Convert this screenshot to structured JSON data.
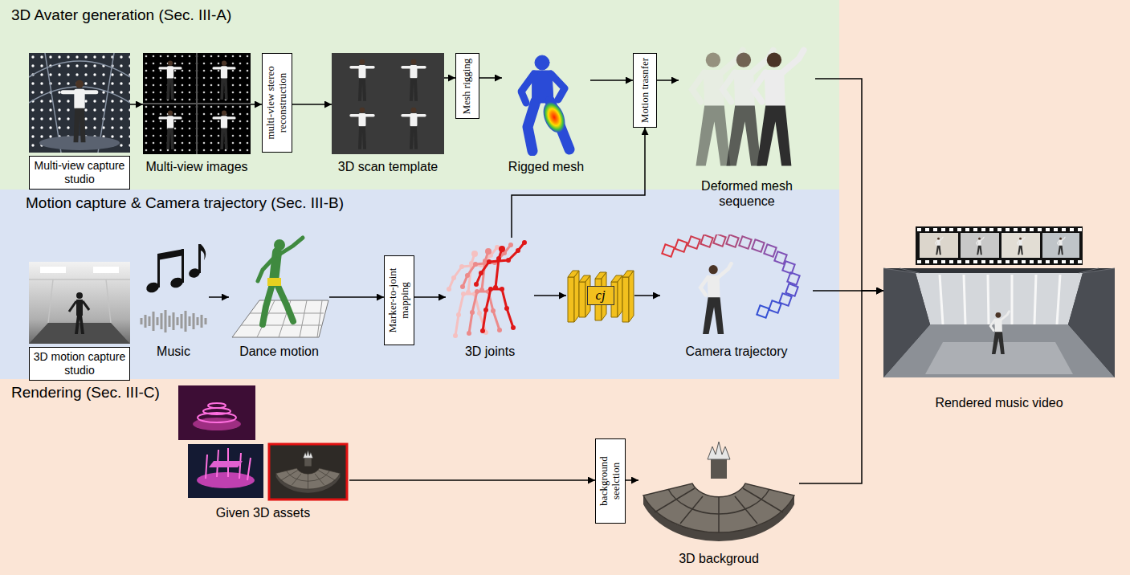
{
  "diagram": {
    "nodes": [
      {
        "text": [
          "3D Avater generation (Sec. III-A)"
        ]
      },
      {
        "text": [
          "Multi-view capture studio"
        ],
        "in": 0
      },
      {
        "text": [
          "Multi-view images"
        ],
        "in": 0
      },
      {
        "text": [
          "multi-view stereo reconstruction"
        ],
        "in": 0
      },
      {
        "text": [
          "3D scan template"
        ],
        "in": 0
      },
      {
        "text": [
          "Mesh rigging"
        ],
        "in": 0
      },
      {
        "text": [
          "Rigged mesh"
        ],
        "in": 0
      },
      {
        "text": [
          "Motion trasnfer"
        ],
        "in": 0
      },
      {
        "text": [
          "Deformed mesh sequence"
        ],
        "in": 0
      },
      {
        "text": [
          "Motion capture & Camera trajectory (Sec. III-B)"
        ]
      },
      {
        "text": [
          "3D motion capture studio"
        ],
        "in": 9
      },
      {
        "text": [
          "Music"
        ],
        "in": 9
      },
      {
        "text": [
          "Dance motion"
        ],
        "in": 9
      },
      {
        "text": [
          "Marker-to-joint mapping"
        ],
        "in": 9
      },
      {
        "text": [
          "3D joints"
        ],
        "in": 9
      },
      {
        "text": [
          "cj"
        ],
        "in": 9
      },
      {
        "text": [
          "Camera trajectory"
        ],
        "in": 9
      },
      {
        "text": [
          "Rendering (Sec. III-C)"
        ]
      },
      {
        "text": [
          "Given 3D assets"
        ],
        "in": 17
      },
      {
        "text": [
          "background seelction"
        ],
        "in": 17
      },
      {
        "text": [
          "3D backgroud"
        ],
        "in": 17
      },
      {
        "text": [
          "Rendered music video"
        ],
        "in": 17
      }
    ],
    "edges": [
      {
        "from": 1,
        "to": 2,
        "arrow": "to"
      },
      {
        "from": 2,
        "to": 3,
        "arrow": "to"
      },
      {
        "from": 3,
        "to": 4,
        "arrow": "to"
      },
      {
        "from": 4,
        "to": 5,
        "arrow": "to"
      },
      {
        "from": 5,
        "to": 6,
        "arrow": "to"
      },
      {
        "from": 6,
        "to": 7,
        "arrow": "to"
      },
      {
        "from": 7,
        "to": 8,
        "arrow": "to"
      },
      {
        "from": 8,
        "to": 21,
        "arrow": "to"
      },
      {
        "from": 11,
        "to": 12,
        "arrow": "to"
      },
      {
        "from": 12,
        "to": 13,
        "arrow": "to"
      },
      {
        "from": 13,
        "to": 14,
        "arrow": "to"
      },
      {
        "from": 14,
        "to": 15,
        "arrow": "to"
      },
      {
        "from": 15,
        "to": 16,
        "arrow": "to"
      },
      {
        "from": 14,
        "to": 7,
        "arrow": "to"
      },
      {
        "from": 16,
        "to": 21,
        "arrow": "to"
      },
      {
        "from": 18,
        "to": 19,
        "arrow": "to"
      },
      {
        "from": 19,
        "to": 20,
        "arrow": "to"
      },
      {
        "from": 20,
        "to": 21,
        "arrow": "to"
      }
    ]
  }
}
